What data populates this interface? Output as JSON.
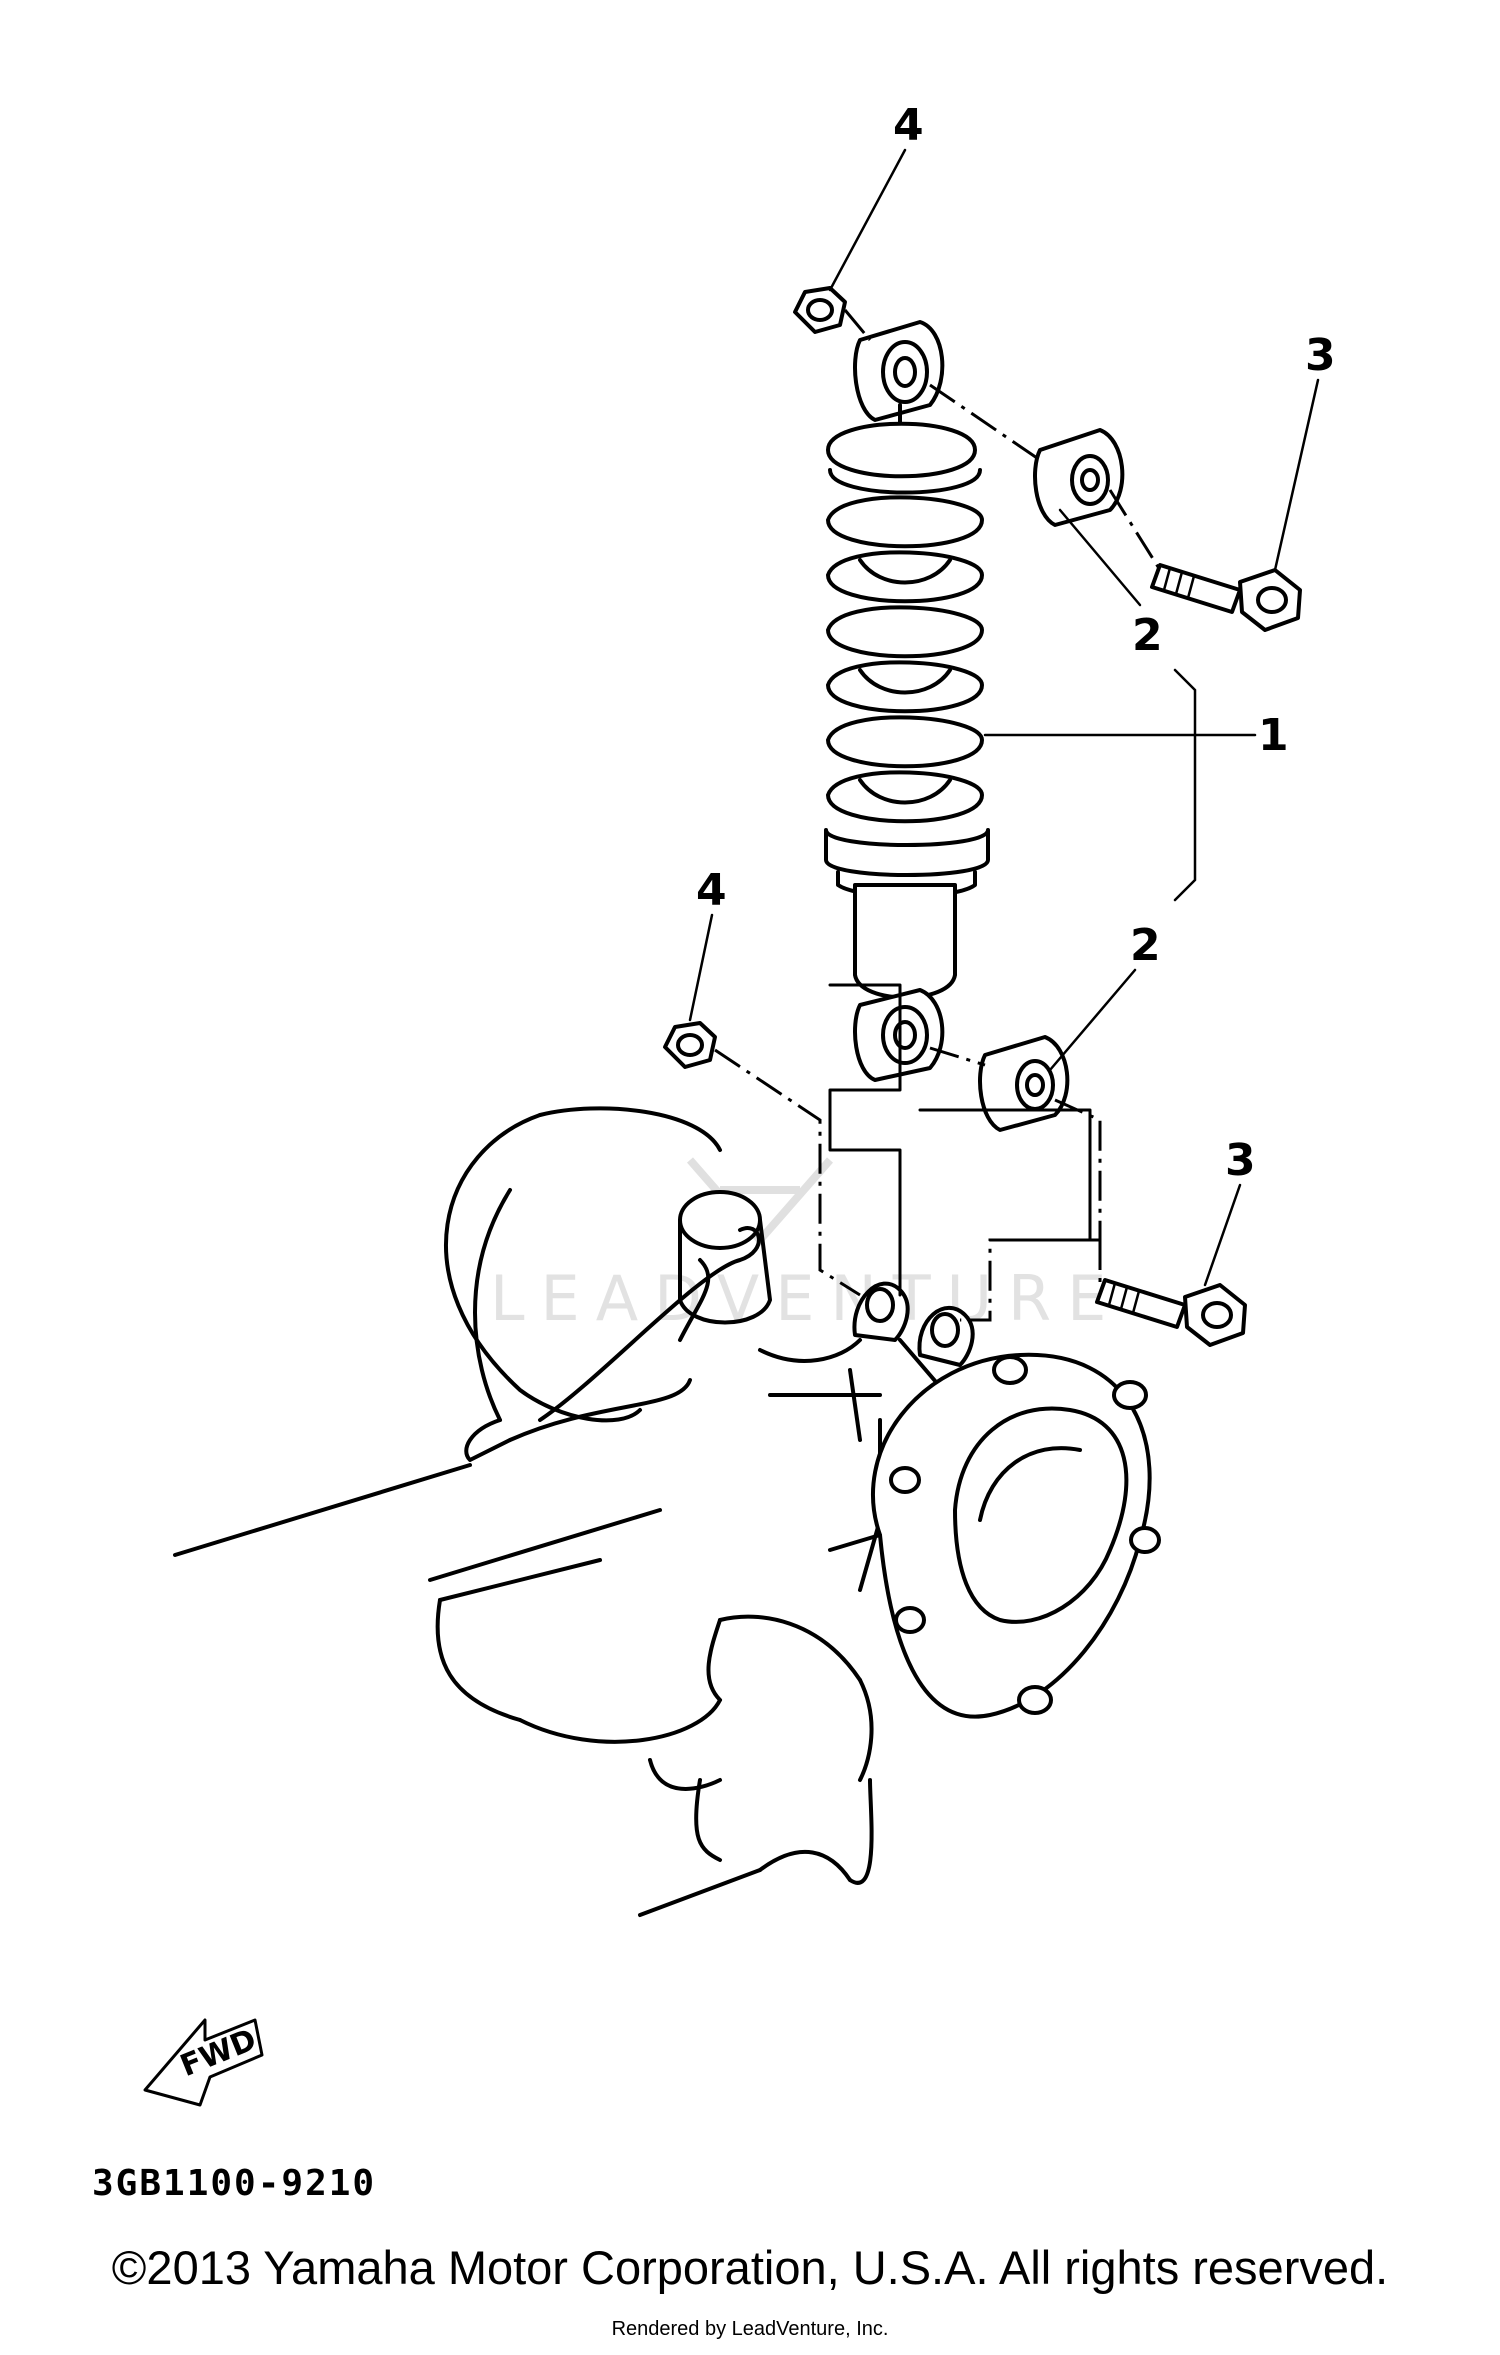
{
  "diagram": {
    "callouts": [
      {
        "id": "shock-absorber",
        "label": "1"
      },
      {
        "id": "bushing-upper",
        "label": "2"
      },
      {
        "id": "bushing-lower",
        "label": "2"
      },
      {
        "id": "bolt-upper",
        "label": "3"
      },
      {
        "id": "bolt-lower",
        "label": "3"
      },
      {
        "id": "nut-upper",
        "label": "4"
      },
      {
        "id": "nut-lower",
        "label": "4"
      }
    ],
    "fwd_label": "FWD",
    "diagram_code": "3GB1100-9210",
    "watermark": "LEADVENTURE"
  },
  "footer": {
    "copyright": "©2013 Yamaha Motor Corporation, U.S.A. All rights reserved.",
    "rendered_by": "Rendered by LeadVenture, Inc."
  }
}
